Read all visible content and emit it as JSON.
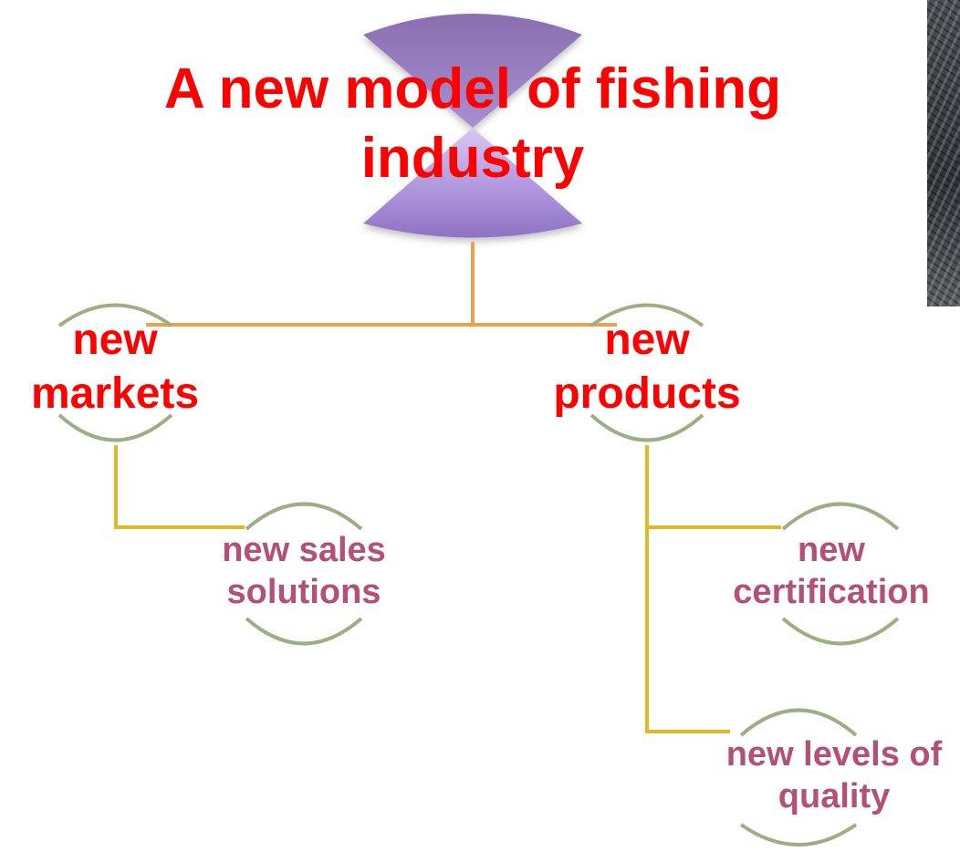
{
  "title": "A new model of fishing industry",
  "nodes": {
    "new_markets": "new markets",
    "new_products": "new products",
    "new_sales_solutions": "new sales solutions",
    "new_certification": "new certification",
    "new_levels_of_quality": "new levels of quality"
  },
  "colors": {
    "title_text": "#ff0000",
    "level1_text": "#ff0000",
    "level2_text": "#b35077",
    "connector_top": "#e8a34f",
    "connector_sub": "#e0b826",
    "arc": "#9caf83",
    "hourglass_top": "#9b7fc2",
    "hourglass_bottom": "#a98fd6"
  }
}
